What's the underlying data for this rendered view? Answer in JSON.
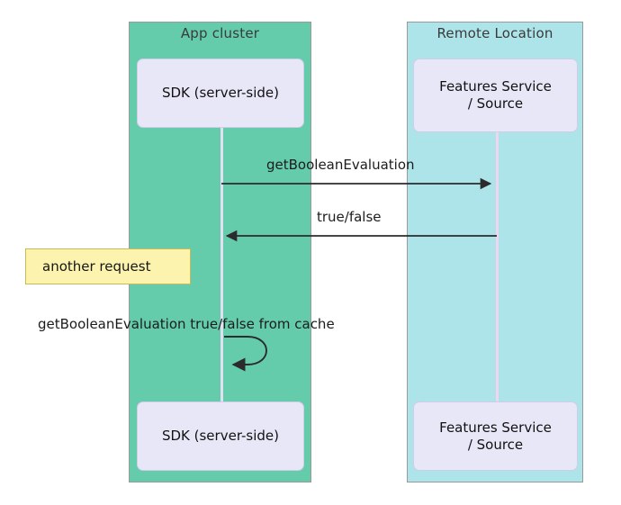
{
  "diagram": {
    "type": "sequence-diagram",
    "background_color": "#ffffff",
    "groups": [
      {
        "id": "app-cluster",
        "title": "App cluster",
        "color": "#64ccab",
        "border_color": "#9a9a9a"
      },
      {
        "id": "remote-location",
        "title": "Remote Location",
        "color": "#ade4e9",
        "border_color": "#9a9a9a"
      }
    ],
    "participants": [
      {
        "id": "sdk-top",
        "label": "SDK (server-side)",
        "group": "app-cluster",
        "position": "top",
        "fill": "#e8e7f8"
      },
      {
        "id": "features-top",
        "label": "Features Service / Source",
        "label_line_1": "Features Service",
        "label_line_2": "/ Source",
        "group": "remote-location",
        "position": "top",
        "fill": "#e8e7f8"
      },
      {
        "id": "sdk-bottom",
        "label": "SDK (server-side)",
        "group": "app-cluster",
        "position": "bottom",
        "fill": "#e8e7f8"
      },
      {
        "id": "features-bottom",
        "label": "Features Service / Source",
        "label_line_1": "Features Service",
        "label_line_2": "/ Source",
        "group": "remote-location",
        "position": "bottom",
        "fill": "#e8e7f8"
      }
    ],
    "lifelines": [
      {
        "id": "lifeline-sdk",
        "color": "#e3dff2"
      },
      {
        "id": "lifeline-features",
        "color": "#f0d5f0"
      }
    ],
    "messages": [
      {
        "id": "msg-get-boolean-evaluation",
        "label": "getBooleanEvaluation",
        "from": "sdk-top",
        "to": "features-top",
        "direction": "right",
        "style": "solid",
        "arrow_color": "#2b2b2b"
      },
      {
        "id": "msg-true-false",
        "label": "true/false",
        "from": "features-top",
        "to": "sdk-top",
        "direction": "left",
        "style": "solid",
        "arrow_color": "#2b2b2b"
      },
      {
        "id": "msg-self-cache",
        "label": "getBooleanEvaluation true/false from cache",
        "from": "sdk-top",
        "to": "sdk-top",
        "direction": "self-loop",
        "style": "solid",
        "arrow_color": "#2b2b2b"
      }
    ],
    "notes": [
      {
        "id": "note-another-request",
        "text": "another request",
        "fill": "#fbf3ae",
        "border_color": "#c9ba55"
      }
    ]
  }
}
